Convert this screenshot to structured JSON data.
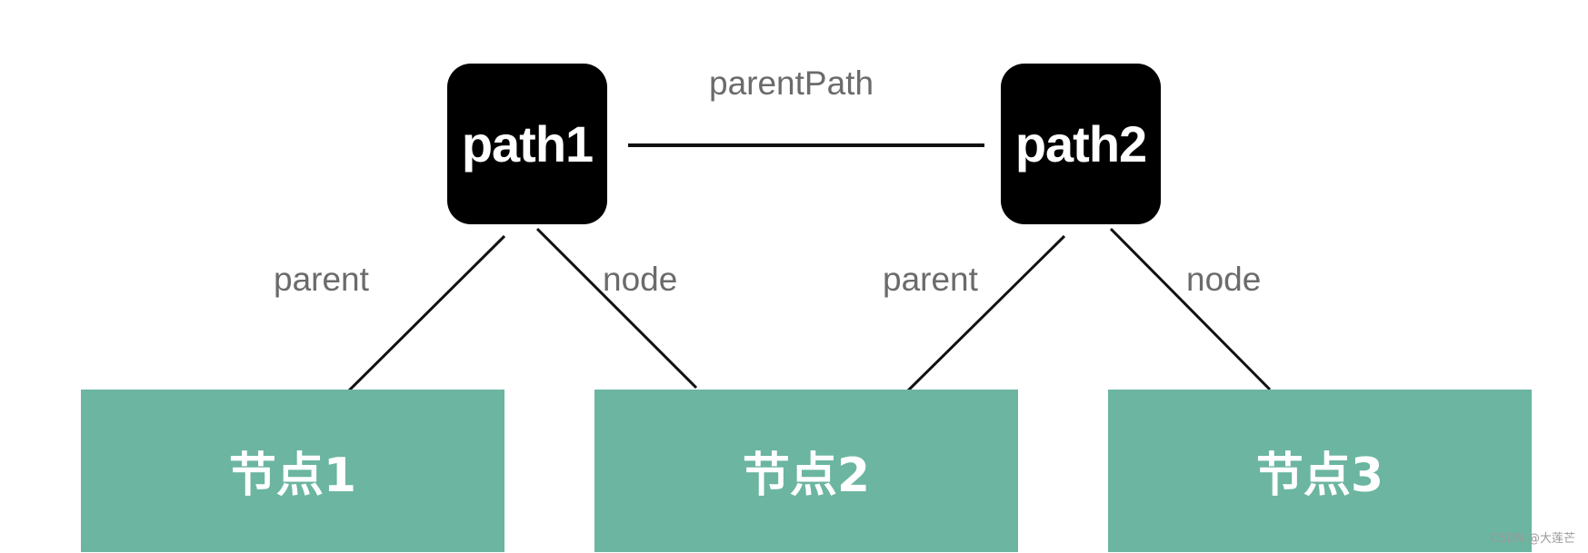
{
  "path_nodes": [
    {
      "label": "path1"
    },
    {
      "label": "path2"
    }
  ],
  "tree_nodes": [
    {
      "label": "节点1"
    },
    {
      "label": "节点2"
    },
    {
      "label": "节点3"
    }
  ],
  "edge_labels": {
    "parent_path": "parentPath",
    "path1_parent": "parent",
    "path1_node": "node",
    "path2_parent": "parent",
    "path2_node": "node"
  },
  "edges": [
    {
      "from": "path1",
      "to": "path2",
      "label": "parentPath"
    },
    {
      "from": "path1",
      "to": "节点1",
      "label": "parent"
    },
    {
      "from": "path1",
      "to": "节点2",
      "label": "node"
    },
    {
      "from": "path2",
      "to": "节点2",
      "label": "parent"
    },
    {
      "from": "path2",
      "to": "节点3",
      "label": "node"
    }
  ],
  "colors": {
    "path_box": "#000000",
    "path_text": "#ffffff",
    "node_box": "#6bb5a1",
    "node_text": "#ffffff",
    "edge_line": "#111111",
    "edge_label": "#6b6b6b"
  },
  "watermark": "CSDN @大莲芒"
}
